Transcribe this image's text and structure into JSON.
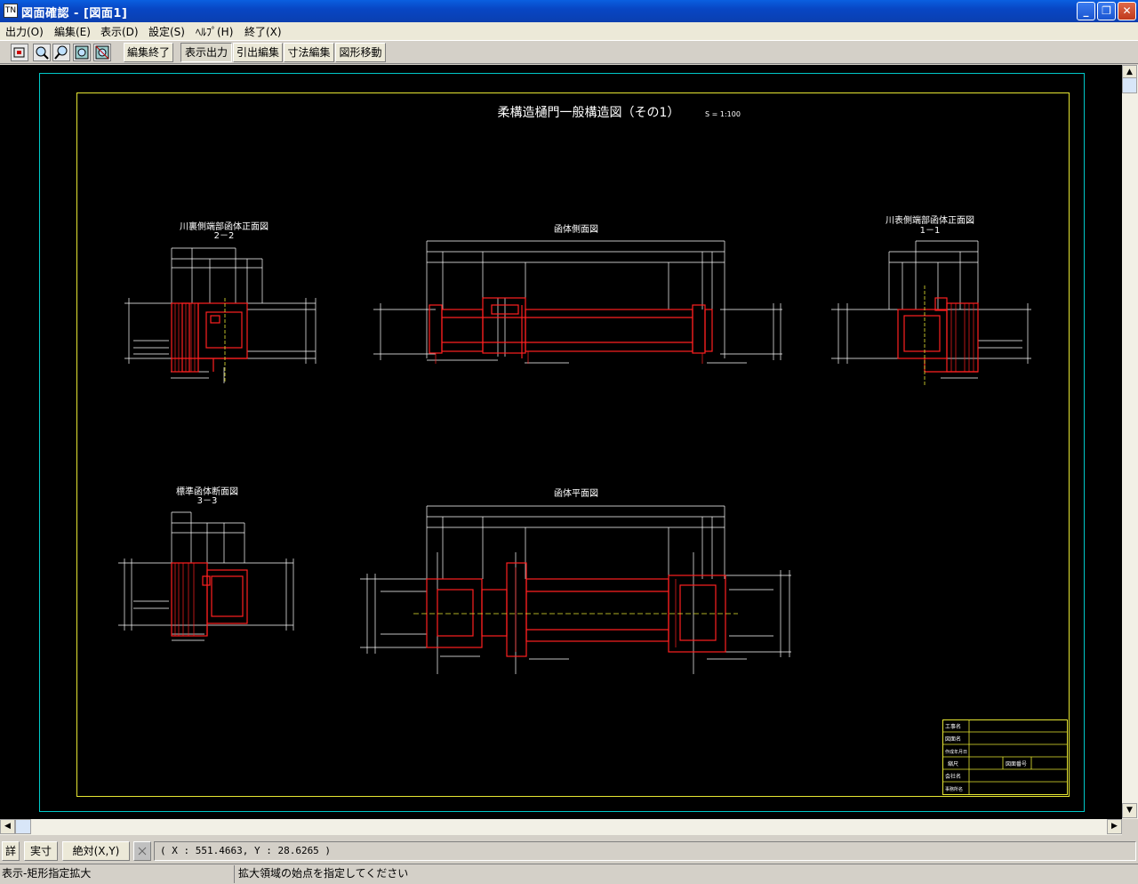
{
  "window": {
    "title": "図面確認 - [図面1]",
    "app_icon_text": "TN"
  },
  "menu": [
    "出力(O)",
    "編集(E)",
    "表示(D)",
    "設定(S)",
    "ﾍﾙﾌﾟ(H)",
    "終了(X)"
  ],
  "toolbar": {
    "icons": [
      "select-icon",
      "zoom-rect-icon",
      "zoom-icon",
      "zoom-fit-icon",
      "zoom-all-icon"
    ],
    "buttons": [
      "編集終了",
      "表示出力",
      "引出編集",
      "寸法編集",
      "図形移動"
    ],
    "pressed": "表示出力"
  },
  "drawing": {
    "title": "柔構造樋門一般構造図（その1）",
    "scale": "S = 1:100",
    "views": [
      {
        "title": "川裏側端部函体正面図",
        "subtitle": "2－2"
      },
      {
        "title": "函体側面図",
        "subtitle": ""
      },
      {
        "title": "川表側端部函体正面図",
        "subtitle": "1－1"
      },
      {
        "title": "標準函体断面図",
        "subtitle": "3－3"
      },
      {
        "title": "函体平面図",
        "subtitle": ""
      }
    ],
    "title_block": [
      "工事名",
      "図面名",
      "作成年月日",
      "縮尺",
      "図面番号",
      "会社名",
      "事務所名"
    ],
    "colors": {
      "border_outer": "#00c8c8",
      "border_inner": "#e6e632",
      "structure": "#ff2020",
      "lines": "#ffffff",
      "centerline": "#e6e632"
    }
  },
  "status": {
    "detail": "詳",
    "actual": "実寸",
    "absolute": "絶対(X,Y)",
    "coords": "( X : 551.4663, Y : 28.6265 )",
    "mode": "表示-矩形指定拡大",
    "prompt": "拡大領域の始点を指定してください"
  }
}
